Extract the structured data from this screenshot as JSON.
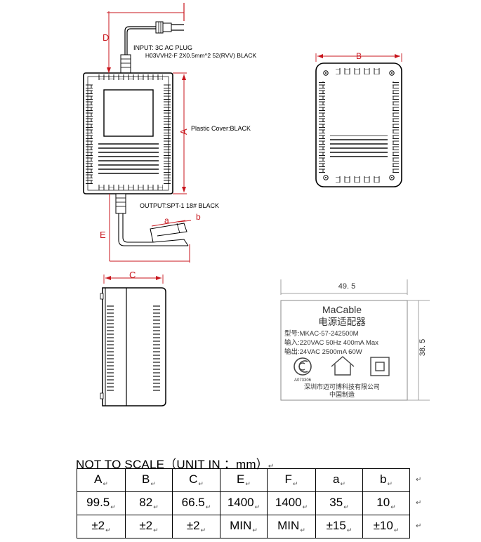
{
  "labels": {
    "input": "INPUT: 3C AC PLUG",
    "cable_in": "H03VVH2-F 2X0.5mm^2  52(RVV) BLACK",
    "cover": "Plastic Cover:BLACK",
    "output": "OUTPUT:SPT-1 18# BLACK"
  },
  "dims": {
    "A": "A",
    "B": "B",
    "C": "C",
    "D": "D",
    "E": "E",
    "a": "a",
    "b": "b"
  },
  "nameplate": {
    "width": "49. 5",
    "height": "38. 5",
    "brand": "MaCable",
    "product_cn": "电源适配器",
    "model": "型号:MKAC-57-242500M",
    "input": "输入:220VAC 50Hz 400mA Max",
    "output": "输出:24VAC   2500mA   60W",
    "cert_code": "A073306",
    "company": "深圳市迈可博科技有限公司",
    "made_in": "中国制造"
  },
  "table": {
    "title": "NOT TO SCALE（UNIT IN ：mm）",
    "headers": [
      "A",
      "B",
      "C",
      "E",
      "F",
      "a",
      "b"
    ],
    "values": [
      "99.5",
      "82",
      "66.5",
      "1400",
      "1400",
      "35",
      "10"
    ],
    "tolerances": [
      "±2",
      "±2",
      "±2",
      "MIN",
      "MIN",
      "±15",
      "±10"
    ]
  },
  "colors": {
    "dimension_red": "#c8161d",
    "outline": "#000000"
  }
}
